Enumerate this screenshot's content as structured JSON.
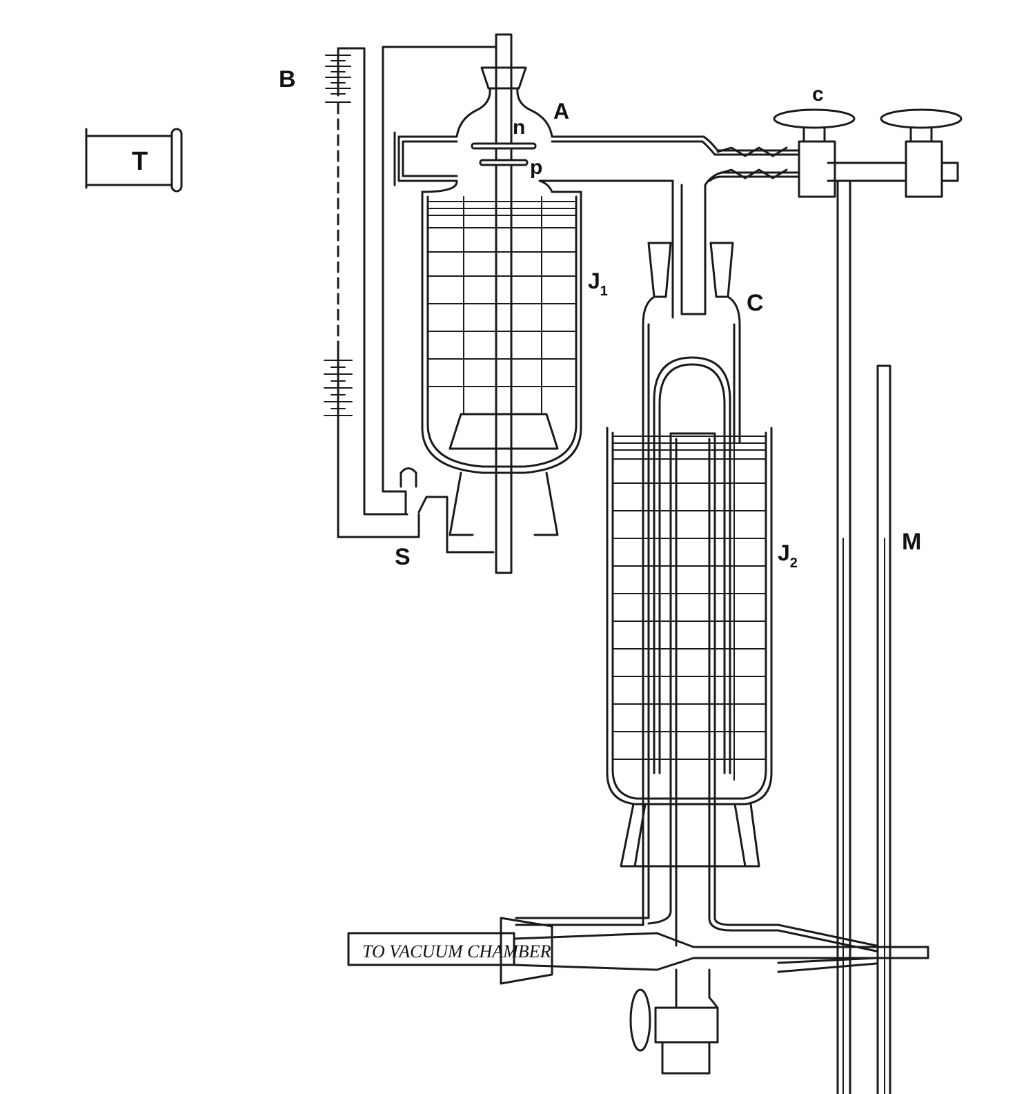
{
  "labels": {
    "T": "T",
    "B": "B",
    "A": "A",
    "n": "n",
    "p": "p",
    "c": "c",
    "J1": "J",
    "J1_sub": "1",
    "C": "C",
    "J2": "J",
    "J2_sub": "2",
    "M": "M",
    "S": "S",
    "vacuum": "TO VACUUM CHAMBER"
  }
}
